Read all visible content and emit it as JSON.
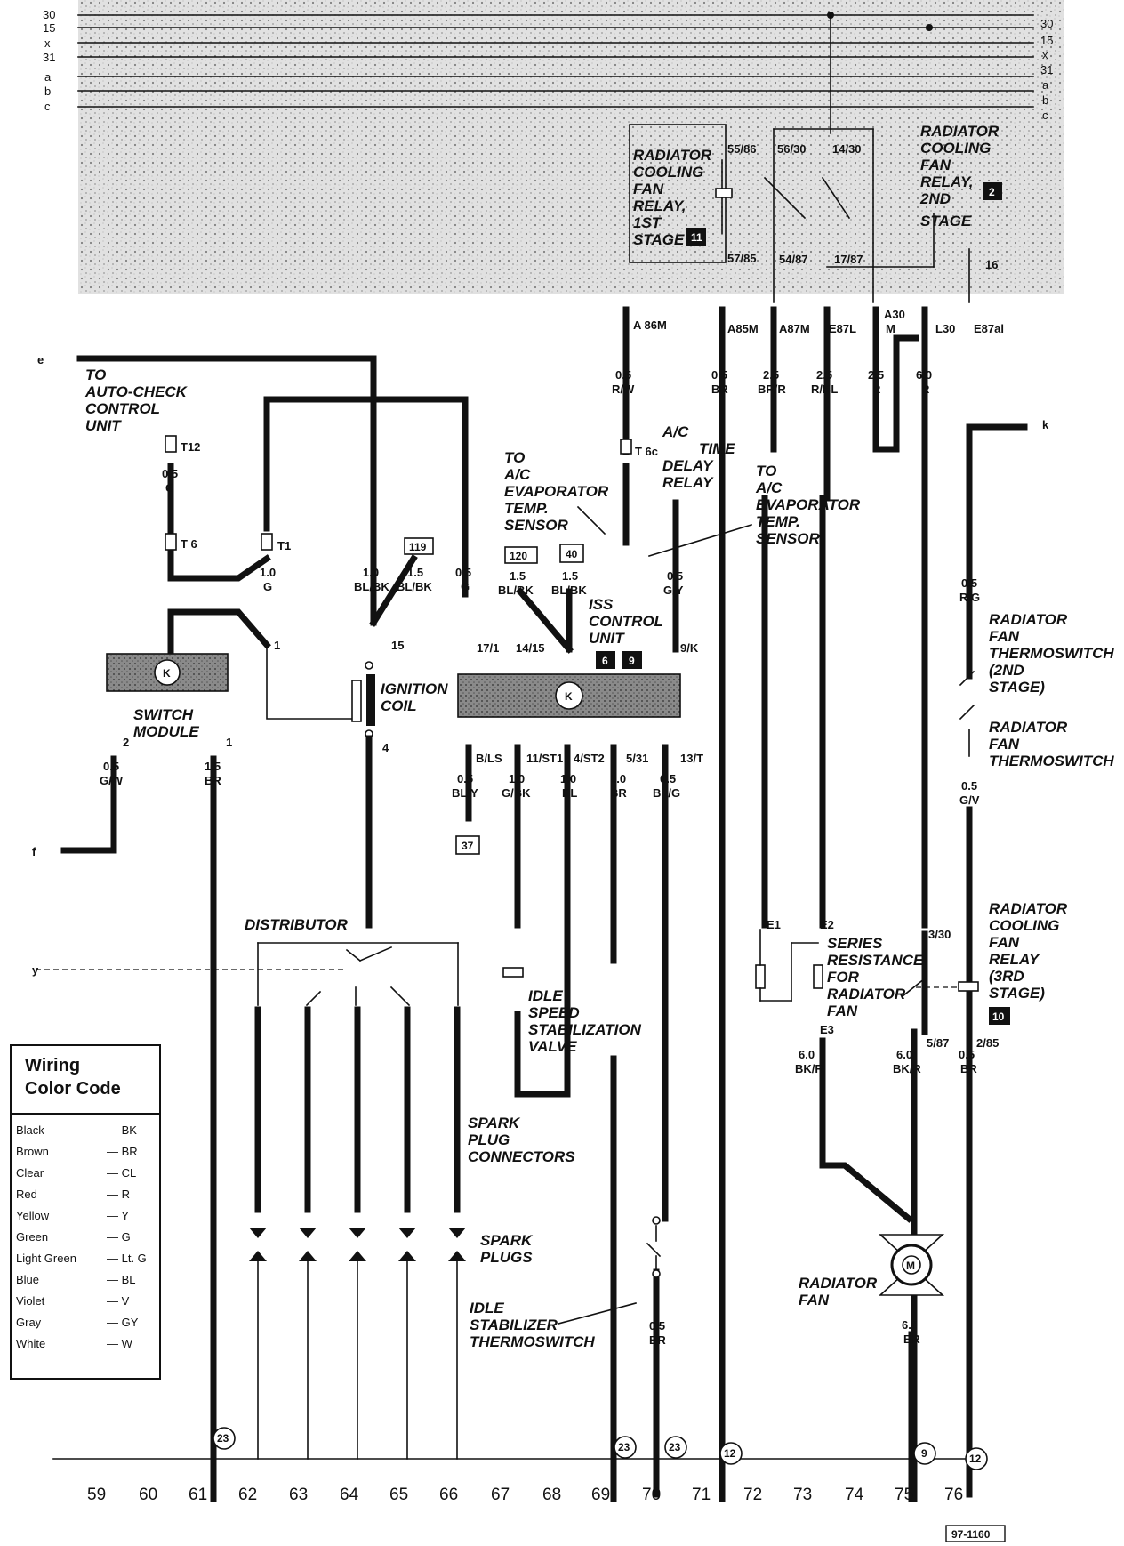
{
  "bus_lines": [
    "30",
    "15",
    "x",
    "31",
    "a",
    "b",
    "c"
  ],
  "left_refs": {
    "e": "e",
    "f": "f",
    "y": "y",
    "k": "k"
  },
  "relay_1st": {
    "label": [
      "RADIATOR",
      "COOLING",
      "FAN",
      "RELAY,",
      "1ST",
      "STAGE"
    ],
    "number": "11",
    "terminals": {
      "top": "55/86",
      "bottom": "57/85"
    }
  },
  "relay_2nd": {
    "label": [
      "RADIATOR",
      "COOLING",
      "FAN",
      "RELAY,",
      "2ND",
      "STAGE"
    ],
    "number": "2",
    "terminals": {
      "t1": "56/30",
      "t2": "14/30",
      "t3": "54/87",
      "t4": "17/87",
      "t5": "16"
    }
  },
  "connectors": {
    "a86m": "A 86M",
    "a85m": "A85M",
    "a87m": "A87M",
    "e87l": "E87L",
    "a30m": "A30",
    "a30m2": "M",
    "l30": "L30",
    "e87al": "E87al"
  },
  "wires_top": [
    {
      "size": "0.5",
      "color": "R/W"
    },
    {
      "size": "0.5",
      "color": "BR"
    },
    {
      "size": "2.5",
      "color": "BR/R"
    },
    {
      "size": "2.5",
      "color": "R/BL"
    },
    {
      "size": "2.5",
      "color": "R"
    },
    {
      "size": "6.0",
      "color": "R"
    }
  ],
  "t6c": "T 6c",
  "auto_check": [
    "TO",
    "AUTO-CHECK",
    "CONTROL",
    "UNIT"
  ],
  "t12": "T12",
  "t6": "T 6",
  "t1": "T1",
  "wire_g_05": {
    "size": "0.5",
    "color": "G"
  },
  "wire_g_10": {
    "size": "1.0",
    "color": "G"
  },
  "wire_blbk_10": {
    "size": "1.0",
    "color": "BL/BK"
  },
  "wire_blbk_15": {
    "size": "1.5",
    "color": "BL/BK"
  },
  "box_119": "119",
  "wire_g_05b": {
    "size": "0.5",
    "color": "G"
  },
  "box_120": "120",
  "box_40": "40",
  "wire_blbk_15b": {
    "size": "1.5",
    "color": "BL/BK"
  },
  "wire_blbk_15c": {
    "size": "1.5",
    "color": "BL/BK"
  },
  "wire_gy": {
    "size": "0.5",
    "color": "G/Y"
  },
  "evap_sensor_left": [
    "TO",
    "A/C",
    "EVAPORATOR",
    "TEMP.",
    "SENSOR"
  ],
  "time_delay": [
    "A/C",
    "TIME",
    "DELAY",
    "RELAY"
  ],
  "evap_sensor_right": [
    "TO",
    "A/C",
    "EVAPORATOR",
    "TEMP.",
    "SENSOR"
  ],
  "iss": {
    "label": [
      "ISS",
      "CONTROL",
      "UNIT"
    ],
    "num1": "6",
    "num2": "9"
  },
  "iss_pins_top": [
    "17/1",
    "14/15",
    "9/K"
  ],
  "iss_pins_bottom": [
    "B/LS",
    "11/ST1",
    "4/ST2",
    "5/31",
    "13/T"
  ],
  "iss_wires": [
    {
      "size": "0.5",
      "color": "BL/Y"
    },
    {
      "size": "1.0",
      "color": "G/BK"
    },
    {
      "size": "1.0",
      "color": "BL"
    },
    {
      "size": "1.0",
      "color": "BR"
    },
    {
      "size": "0.5",
      "color": "BL/G"
    }
  ],
  "box_37": "37",
  "switch_module": {
    "label": [
      "SWITCH",
      "MODULE"
    ],
    "pin2": "2",
    "pin1": "1",
    "symbol": "K"
  },
  "switch_wires": [
    {
      "size": "0.5",
      "color": "G/W"
    },
    {
      "size": "1.5",
      "color": "BR"
    }
  ],
  "pin_1": "1",
  "pin_15": "15",
  "pin_4": "4",
  "ignition_coil": [
    "IGNITION",
    "COIL"
  ],
  "distributor": "DISTRIBUTOR",
  "spark_plug_connectors": [
    "SPARK",
    "PLUG",
    "CONNECTORS"
  ],
  "spark_plugs": [
    "SPARK",
    "PLUGS"
  ],
  "idle_valve": [
    "IDLE",
    "SPEED",
    "STABILIZATION",
    "VALVE"
  ],
  "idle_thermo": [
    "IDLE",
    "STABILIZER",
    "THERMOSWITCH"
  ],
  "idle_thermo_wire": {
    "size": "0.5",
    "color": "BR"
  },
  "rf_thermo_2nd": [
    "RADIATOR",
    "FAN",
    "THERMOSWITCH",
    "(2ND",
    "STAGE)"
  ],
  "rf_thermo": [
    "RADIATOR",
    "FAN",
    "THERMOSWITCH"
  ],
  "wire_rg": {
    "size": "0.5",
    "color": "R/G"
  },
  "wire_gv": {
    "size": "0.5",
    "color": "G/V"
  },
  "relay_3rd": {
    "label": [
      "RADIATOR",
      "COOLING",
      "FAN",
      "RELAY",
      "(3RD",
      "STAGE)"
    ],
    "number": "10",
    "t_top": "3/30",
    "t_bl": "5/87",
    "t_br": "2/85"
  },
  "series_res": [
    "SERIES",
    "RESISTANCE",
    "FOR",
    "RADIATOR",
    "FAN"
  ],
  "e_terms": {
    "e1": "E1",
    "e2": "E2",
    "e3": "E3"
  },
  "bottom_wires": [
    {
      "size": "6.0",
      "color": "BK/R"
    },
    {
      "size": "6.0",
      "color": "BK/R"
    },
    {
      "size": "0.5",
      "color": "BR"
    }
  ],
  "radiator_fan": [
    "RADIATOR",
    "FAN"
  ],
  "fan_motor": "M",
  "fan_wire": {
    "size": "6.0",
    "color": "BR"
  },
  "ground_refs": {
    "g61": "23",
    "g69": "23",
    "g70": "23",
    "g71": "12",
    "g75": "9",
    "g76": "12"
  },
  "columns": [
    "59",
    "60",
    "61",
    "62",
    "63",
    "64",
    "65",
    "66",
    "67",
    "68",
    "69",
    "70",
    "71",
    "72",
    "73",
    "74",
    "75",
    "76"
  ],
  "legend": {
    "title": [
      "Wiring",
      "Color Code"
    ],
    "rows": [
      {
        "name": "Black",
        "code": "— BK"
      },
      {
        "name": "Brown",
        "code": "— BR"
      },
      {
        "name": "Clear",
        "code": "— CL"
      },
      {
        "name": "Red",
        "code": "— R"
      },
      {
        "name": "Yellow",
        "code": "— Y"
      },
      {
        "name": "Green",
        "code": "— G"
      },
      {
        "name": "Light Green",
        "code": "— Lt. G"
      },
      {
        "name": "Blue",
        "code": "— BL"
      },
      {
        "name": "Violet",
        "code": "— V"
      },
      {
        "name": "Gray",
        "code": "— GY"
      },
      {
        "name": "White",
        "code": "— W"
      }
    ]
  },
  "doc_id": "97-1160"
}
